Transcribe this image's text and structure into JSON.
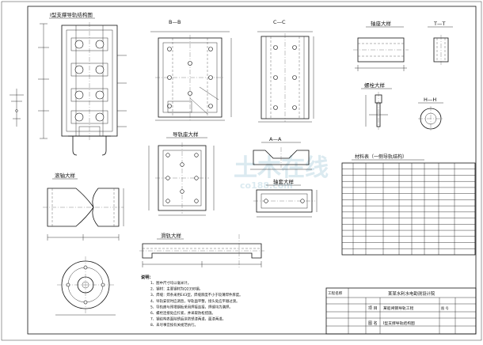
{
  "views": {
    "top_left_title": "I型支撑导轨结构图",
    "section_b": "B—B",
    "section_c": "C—C",
    "shaft": "轴座大样",
    "section_t": "T—T",
    "bolt": "螺栓大样",
    "section_h": "H—H",
    "guide_block": "导轨座大样",
    "section_a": "A—A",
    "sleeve": "轴套大样",
    "roller": "滚轴大样",
    "slide_rail": "滑轨大样",
    "table_title": "材料表（一侧导轨结构）"
  },
  "notes": {
    "heading": "说明：",
    "lines": [
      "1、图中尺寸均以毫米计。",
      "2、钢材：主要钢材为Q235B钢。",
      "3、焊缝：焊条采用E43型，焊缝厚度不小于较薄焊件厚度。",
      "4、导轨安装时应调直，导轨面平整，接头处应平顺过渡。",
      "5、导轨座与预埋钢板采用焊接连接，焊缝均为满焊。",
      "6、螺栓连接处应拧紧，并采取防松措施。",
      "7、钢结构表面除锈后涂防锈漆两道，面漆两道。",
      "8、未尽事宜按有关规范执行。"
    ]
  },
  "title_block": {
    "unit": "工程名称",
    "project_label": "项 目",
    "name_label": "图 名",
    "drawing_label": "图 号",
    "project_value": "某船闸钢导轨工程",
    "drawing_title": "I型支撑导轨结构图",
    "company": "某某水利水电勘测设计院"
  },
  "watermark": {
    "main": "土木在线",
    "sub": "co188.com"
  },
  "colors": {
    "line": "#111111",
    "watermark": "#cfe3ec"
  }
}
